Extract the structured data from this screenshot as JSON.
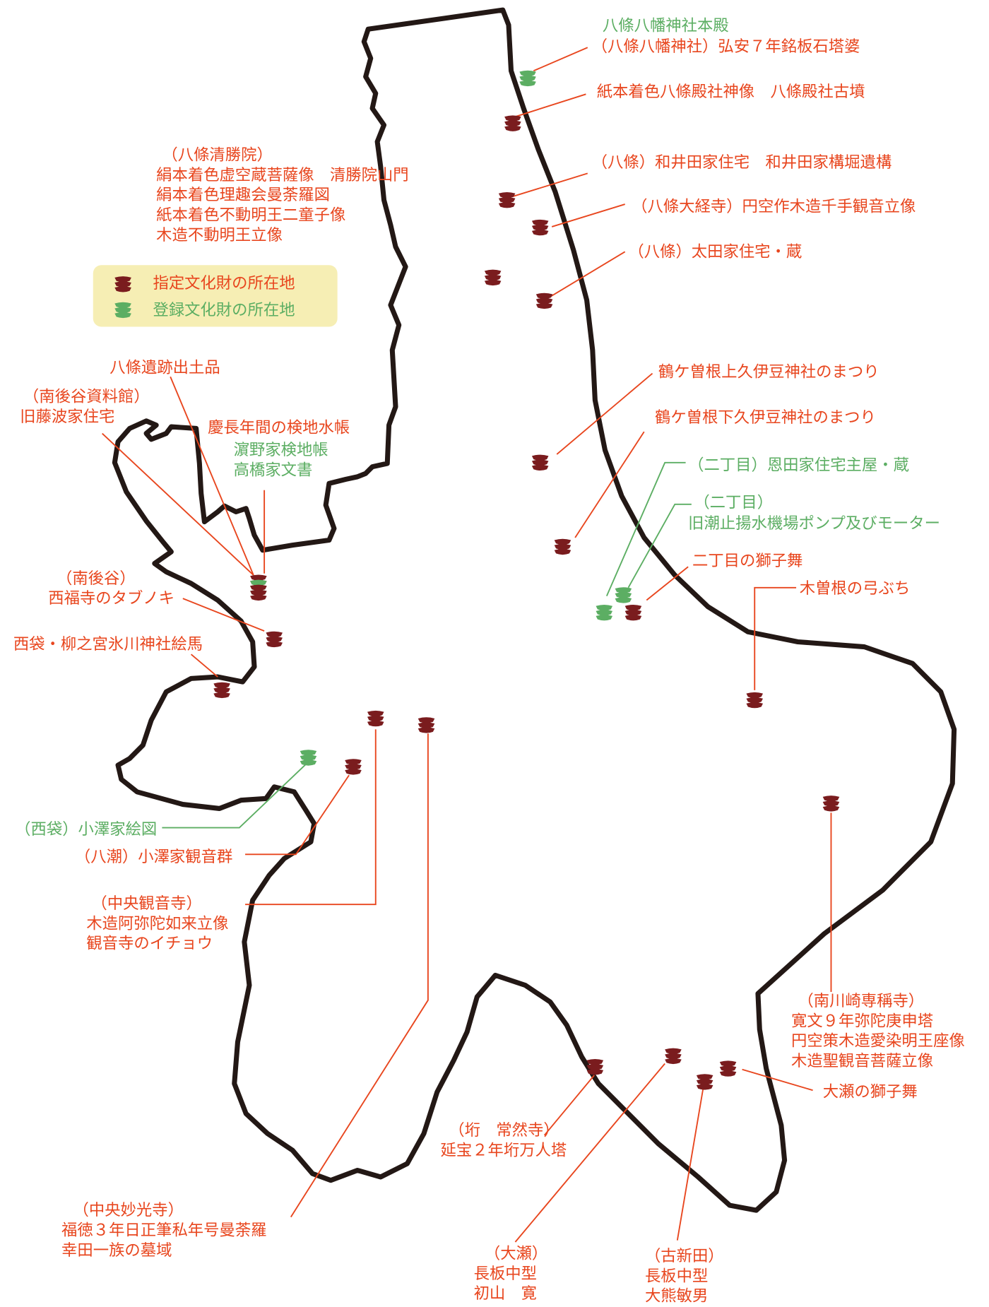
{
  "colors": {
    "designated": "#e8461e",
    "registered": "#5cae63",
    "marker_designated": "#7a1c1e",
    "outline": "#231815",
    "legend_bg": "#f6eeb4"
  },
  "legend": {
    "designated": "指定文化財の所在地",
    "registered": "登録文化財の所在地"
  },
  "labels": {
    "hachiman_honden": "八條八幡神社本殿",
    "hachiman_toba": "（八條八幡神社）弘安７年銘板石塔婆",
    "denshashin": "紙本着色八條殿社神像　八條殿社古墳",
    "waida": "（八條）和井田家住宅　和井田家構堀遺構",
    "daikyoji": "（八條大経寺）円空作木造千手観音立像",
    "ota": "（八條）太田家住宅・蔵",
    "seishoin": [
      "（八條清勝院）",
      "絹本着色虚空蔵菩薩像　清勝院山門",
      "絹本着色理趣会曼荼羅図",
      "紙本着色不動明王二童子像",
      "木造不動明王立像"
    ],
    "kami_kuizu": "鶴ケ曽根上久伊豆神社のまつり",
    "shimo_kuizu": "鶴ケ曽根下久伊豆神社のまつり",
    "onda": "（二丁目）恩田家住宅主屋・蔵",
    "pump": [
      "（二丁目）",
      "旧潮止揚水機場ポンプ及びモーター"
    ],
    "nichome_shishi": "二丁目の獅子舞",
    "kizone_yumi": "木曽根の弓ぶち",
    "hachijo_iseki": "八條遺跡出土品",
    "fujinami": [
      "（南後谷資料館）",
      "旧藤波家住宅"
    ],
    "keicho": "慶長年間の検地水帳",
    "hamano": [
      "濵野家検地帳",
      "高橋家文書"
    ],
    "saifukuji": [
      "（南後谷）",
      "西福寺のタブノキ"
    ],
    "ema": "西袋・柳之宮氷川神社絵馬",
    "ozawa_ezu": "（西袋）小澤家絵図",
    "ozawa_kannon": "（八潮）小澤家観音群",
    "kannonji": [
      "（中央観音寺）",
      "木造阿弥陀如来立像",
      "観音寺のイチョウ"
    ],
    "senshoji": [
      "（南川崎専稱寺）",
      "寛文９年弥陀庚申塔",
      "円空策木造愛染明王座像",
      "木造聖観音菩薩立像"
    ],
    "ose_shishi": "大瀬の獅子舞",
    "gake": [
      "（垳　常然寺）",
      "延宝２年垳万人塔"
    ],
    "myokoji": [
      "（中央妙光寺）",
      "福徳３年日正筆私年号曼荼羅",
      "幸田一族の墓域"
    ],
    "ose_nagaita": [
      "（大瀬）",
      "長板中型",
      "初山　寛"
    ],
    "koshinden": [
      "（古新田）",
      "長板中型",
      "大熊敏男"
    ]
  }
}
